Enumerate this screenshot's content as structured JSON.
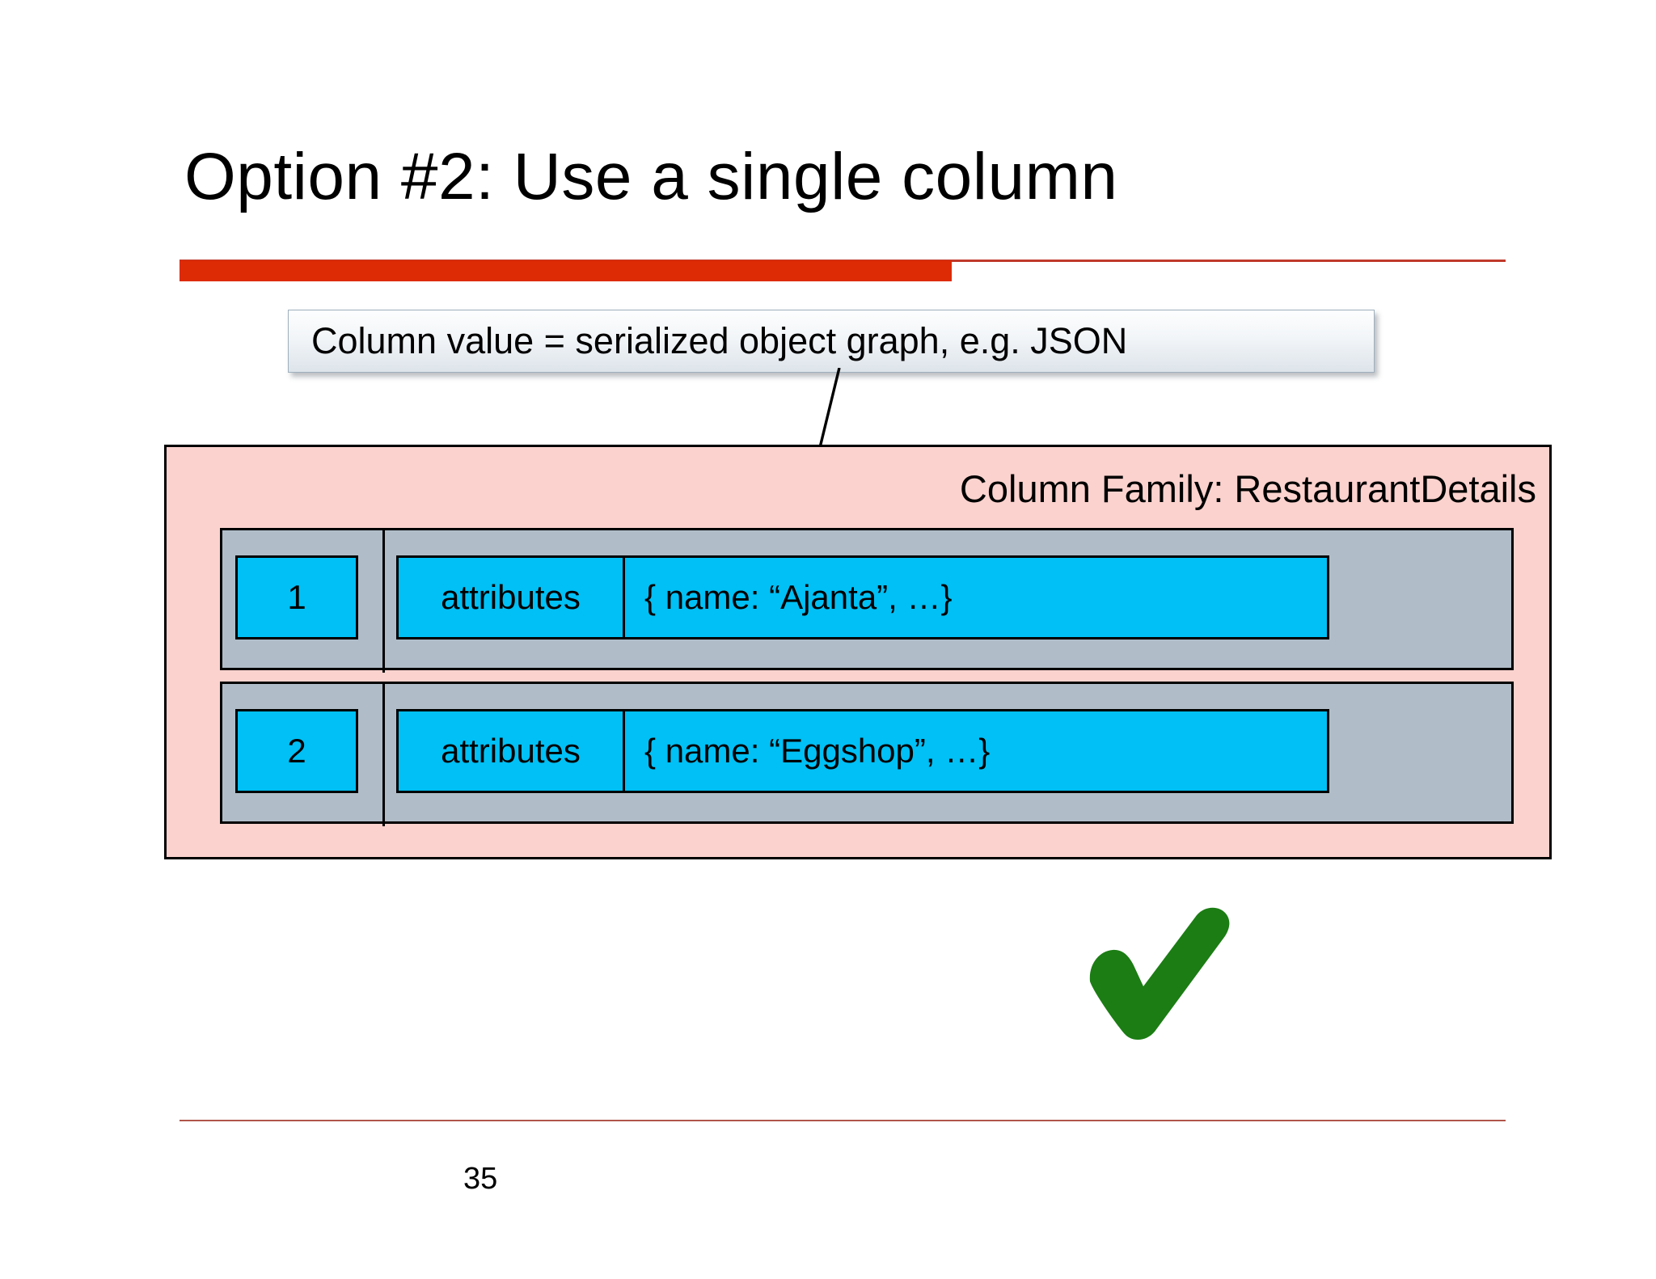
{
  "slide": {
    "title": "Option #2: Use a single column",
    "page_number": "35",
    "accent_bar_color": "#dd2b06",
    "footer_rule_color": "#b0564a"
  },
  "callout": {
    "text": "Column value = serialized object graph, e.g. JSON",
    "icon": "callout-box"
  },
  "column_family": {
    "label": "Column Family: RestaurantDetails",
    "panel_color": "#fbd2ce",
    "row_color": "#b0bdc9",
    "cell_color": "#00c0f5",
    "rows": [
      {
        "key": "1",
        "attribute_name": "attributes",
        "attribute_value": "{ name: “Ajanta”, …}"
      },
      {
        "key": "2",
        "attribute_name": "attributes",
        "attribute_value": "{ name: “Eggshop”, …}"
      }
    ]
  },
  "verdict": {
    "icon": "check-mark-icon",
    "color": "#1b7d14"
  }
}
